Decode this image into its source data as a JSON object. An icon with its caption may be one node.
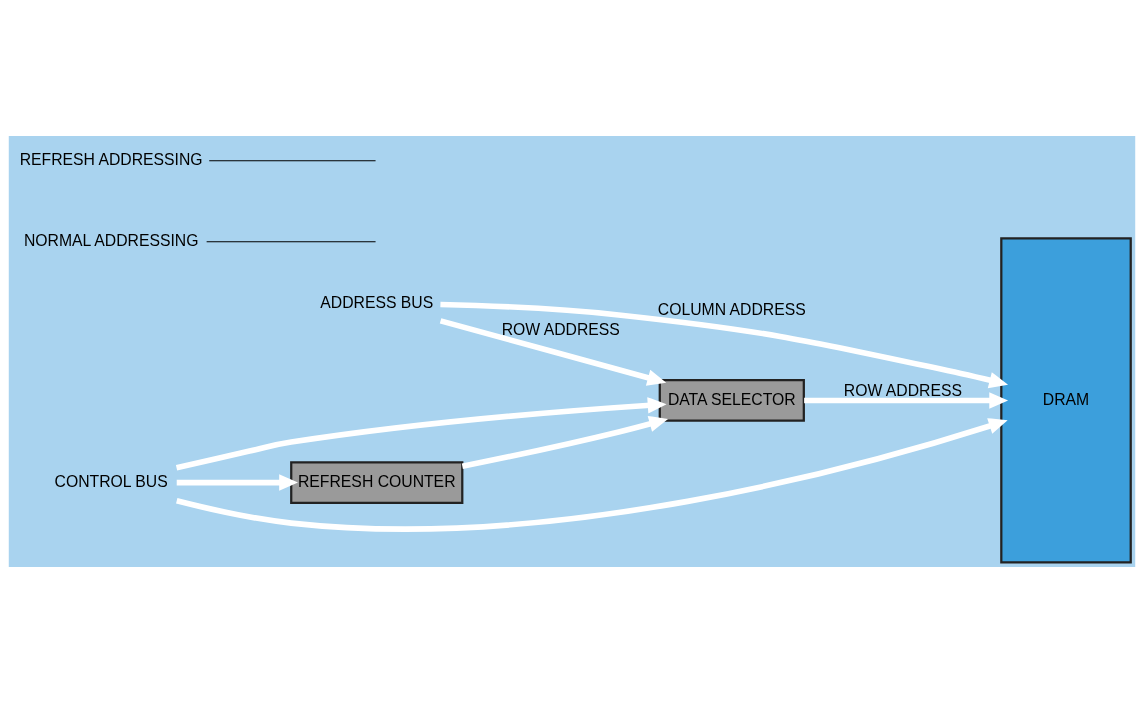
{
  "diagram": {
    "nodes": [
      {
        "text": [
          "ADDRESS BUS"
        ]
      },
      {
        "text": [
          "DATA SELECTOR"
        ]
      },
      {
        "text": [
          "REFRESH COUNTER"
        ]
      },
      {
        "text": [
          "DRAM"
        ]
      },
      {
        "text": [
          "CONTROL BUS"
        ]
      },
      {
        "text": [
          "NORMAL ADDRESSING"
        ]
      },
      {
        "text": [
          "REFRESH ADDRESSING"
        ]
      }
    ],
    "edges": [
      {
        "from": 0,
        "to": 3,
        "arrow": "to",
        "label": "COLUMN ADDRESS"
      },
      {
        "from": 0,
        "to": 1,
        "arrow": "to",
        "label": "ROW ADDRESS"
      },
      {
        "from": 1,
        "to": 3,
        "arrow": "to",
        "label": "ROW ADDRESS"
      },
      {
        "from": 4,
        "to": 1,
        "arrow": "to"
      },
      {
        "from": 4,
        "to": 2,
        "arrow": "to"
      },
      {
        "from": 2,
        "to": 1,
        "arrow": "to"
      },
      {
        "from": 4,
        "to": 3,
        "arrow": "to"
      },
      {
        "from": 5,
        "to": null,
        "arrow": "none",
        "color": "#000000"
      },
      {
        "from": 6,
        "to": null,
        "arrow": "none",
        "color": "#000000"
      }
    ]
  }
}
